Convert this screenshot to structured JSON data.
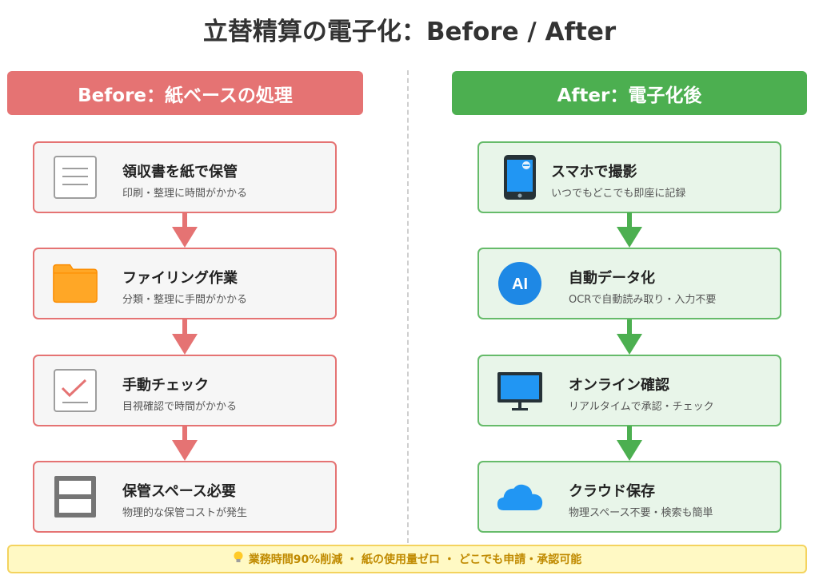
{
  "title": "立替精算の電子化：Before / After",
  "before": {
    "header": "Before：紙ベースの処理",
    "steps": [
      {
        "icon": "document-icon",
        "title": "領収書を紙で保管",
        "sub": "印刷・整理に時間がかかる"
      },
      {
        "icon": "folder-icon",
        "title": "ファイリング作業",
        "sub": "分類・整理に手間がかかる"
      },
      {
        "icon": "checklist-icon",
        "title": "手動チェック",
        "sub": "目視確認で時間がかかる"
      },
      {
        "icon": "storage-cabinet-icon",
        "title": "保管スペース必要",
        "sub": "物理的な保管コストが発生"
      }
    ]
  },
  "after": {
    "header": "After：電子化後",
    "steps": [
      {
        "icon": "smartphone-icon",
        "title": "スマホで撮影",
        "sub": "いつでもどこでも即座に記録"
      },
      {
        "icon": "ai-icon",
        "title": "自動データ化",
        "sub": "OCRで自動読み取り・入力不要",
        "badge": "AI"
      },
      {
        "icon": "monitor-icon",
        "title": "オンライン確認",
        "sub": "リアルタイムで承認・チェック"
      },
      {
        "icon": "cloud-icon",
        "title": "クラウド保存",
        "sub": "物理スペース不要・検索も簡単"
      }
    ]
  },
  "footer": {
    "icon": "lightbulb-icon",
    "text": "業務時間90%削減 ・ 紙の使用量ゼロ ・ どこでも申請・承認可能"
  },
  "colors": {
    "before": "#e57373",
    "after": "#4caf50",
    "footer_bg": "#fff9c4"
  }
}
